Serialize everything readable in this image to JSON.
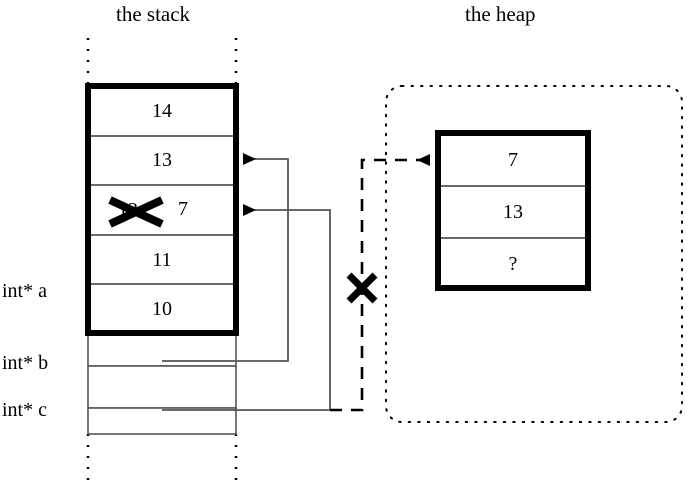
{
  "diagram": {
    "type": "memory-layout-diagram",
    "titles": {
      "stack": "the stack",
      "heap": "the heap"
    },
    "stack": {
      "frame_cells": [
        {
          "value": "14",
          "pointed_by": null
        },
        {
          "value": "13",
          "pointed_by": "b"
        },
        {
          "value": "7",
          "old_value": "12",
          "crossed_out": true,
          "pointed_by": "c"
        },
        {
          "value": "11",
          "pointed_by": null
        },
        {
          "value": "10",
          "pointed_by": null
        }
      ],
      "pointer_vars": [
        {
          "label": "int* a",
          "target": "heap-block"
        },
        {
          "label": "int* b",
          "target": "stack-cell-13"
        },
        {
          "label": "int* c",
          "target": "stack-cell-7"
        }
      ]
    },
    "heap": {
      "block_cells": [
        {
          "value": "7"
        },
        {
          "value": "13"
        },
        {
          "value": "?"
        }
      ]
    },
    "annotations": {
      "cross_mark_symbol": "✕",
      "invalidated_link": "a-to-heap-dashed-link-crossed",
      "invalidated_value": "stack-cell-old-value-12-crossed"
    },
    "colors": {
      "ink": "#000000",
      "background": "#ffffff",
      "thin_rule": "#555555"
    }
  }
}
